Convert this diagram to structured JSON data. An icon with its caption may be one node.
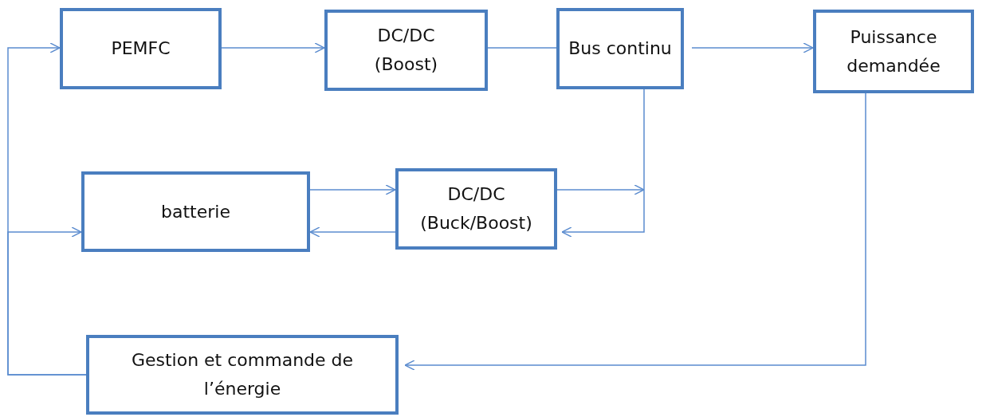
{
  "diagram": {
    "nodes": [
      {
        "text": [
          "PEMFC"
        ]
      },
      {
        "text": [
          "DC/DC (Boost)"
        ]
      },
      {
        "text": [
          "Bus continu"
        ]
      },
      {
        "text": [
          "Puissance demandée"
        ]
      },
      {
        "text": [
          "batterie"
        ]
      },
      {
        "text": [
          "DC/DC (Buck/Boost)"
        ]
      },
      {
        "text": [
          "Gestion et commande de l’énergie"
        ]
      }
    ],
    "edges": [
      {
        "from": 0,
        "to": 1,
        "arrow": "to"
      },
      {
        "from": 1,
        "to": 2,
        "arrow": "none"
      },
      {
        "from": 2,
        "to": 3,
        "arrow": "to"
      },
      {
        "from": 4,
        "to": 5,
        "arrow": "to"
      },
      {
        "from": 5,
        "to": 4,
        "arrow": "to"
      },
      {
        "from": 5,
        "to": null,
        "arrow": "to"
      },
      {
        "from": 2,
        "to": 5,
        "arrow": "to"
      },
      {
        "from": 3,
        "to": 6,
        "arrow": "to"
      },
      {
        "from": 6,
        "to": 0,
        "arrow": "to"
      },
      {
        "from": 6,
        "to": 4,
        "arrow": "to"
      }
    ]
  }
}
